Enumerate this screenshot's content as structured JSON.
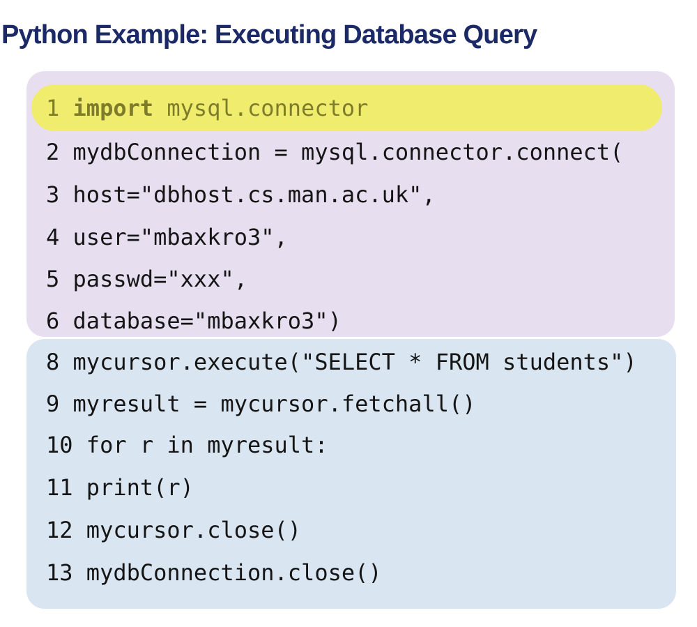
{
  "page": {
    "title": "Python Example: Executing Database Query"
  },
  "colors": {
    "title_text": "#1b2a66",
    "connection_block_bg": "#e7def0",
    "query_block_bg": "#d9e5f1",
    "highlight_bg": "#f0ec6d",
    "highlight_text": "#7c7c2a",
    "code_text": "#151515"
  },
  "code": {
    "connection_block": {
      "line1": {
        "num": "1",
        "keyword": " import",
        "rest": " mysql.connector"
      },
      "line2": {
        "num": "2",
        "code": " mydbConnection = mysql.connector.connect("
      },
      "line3": {
        "num": "3",
        "code": " host=\"dbhost.cs.man.ac.uk\","
      },
      "line4": {
        "num": "4",
        "code": " user=\"mbaxkro3\","
      },
      "line5": {
        "num": "5",
        "code": " passwd=\"xxx\","
      },
      "line6": {
        "num": "6",
        "code": " database=\"mbaxkro3\")"
      }
    },
    "query_block": {
      "line8": {
        "num": "8",
        "code": " mycursor.execute(\"SELECT * FROM students\")"
      },
      "line9": {
        "num": "9",
        "code": " myresult = mycursor.fetchall()"
      },
      "line10": {
        "num": "10",
        "code": " for r in myresult:"
      },
      "line11": {
        "num": "11",
        "code": " print(r)"
      },
      "line12": {
        "num": "12",
        "code": " mycursor.close()"
      },
      "line13": {
        "num": "13",
        "code": " mydbConnection.close()"
      }
    }
  }
}
